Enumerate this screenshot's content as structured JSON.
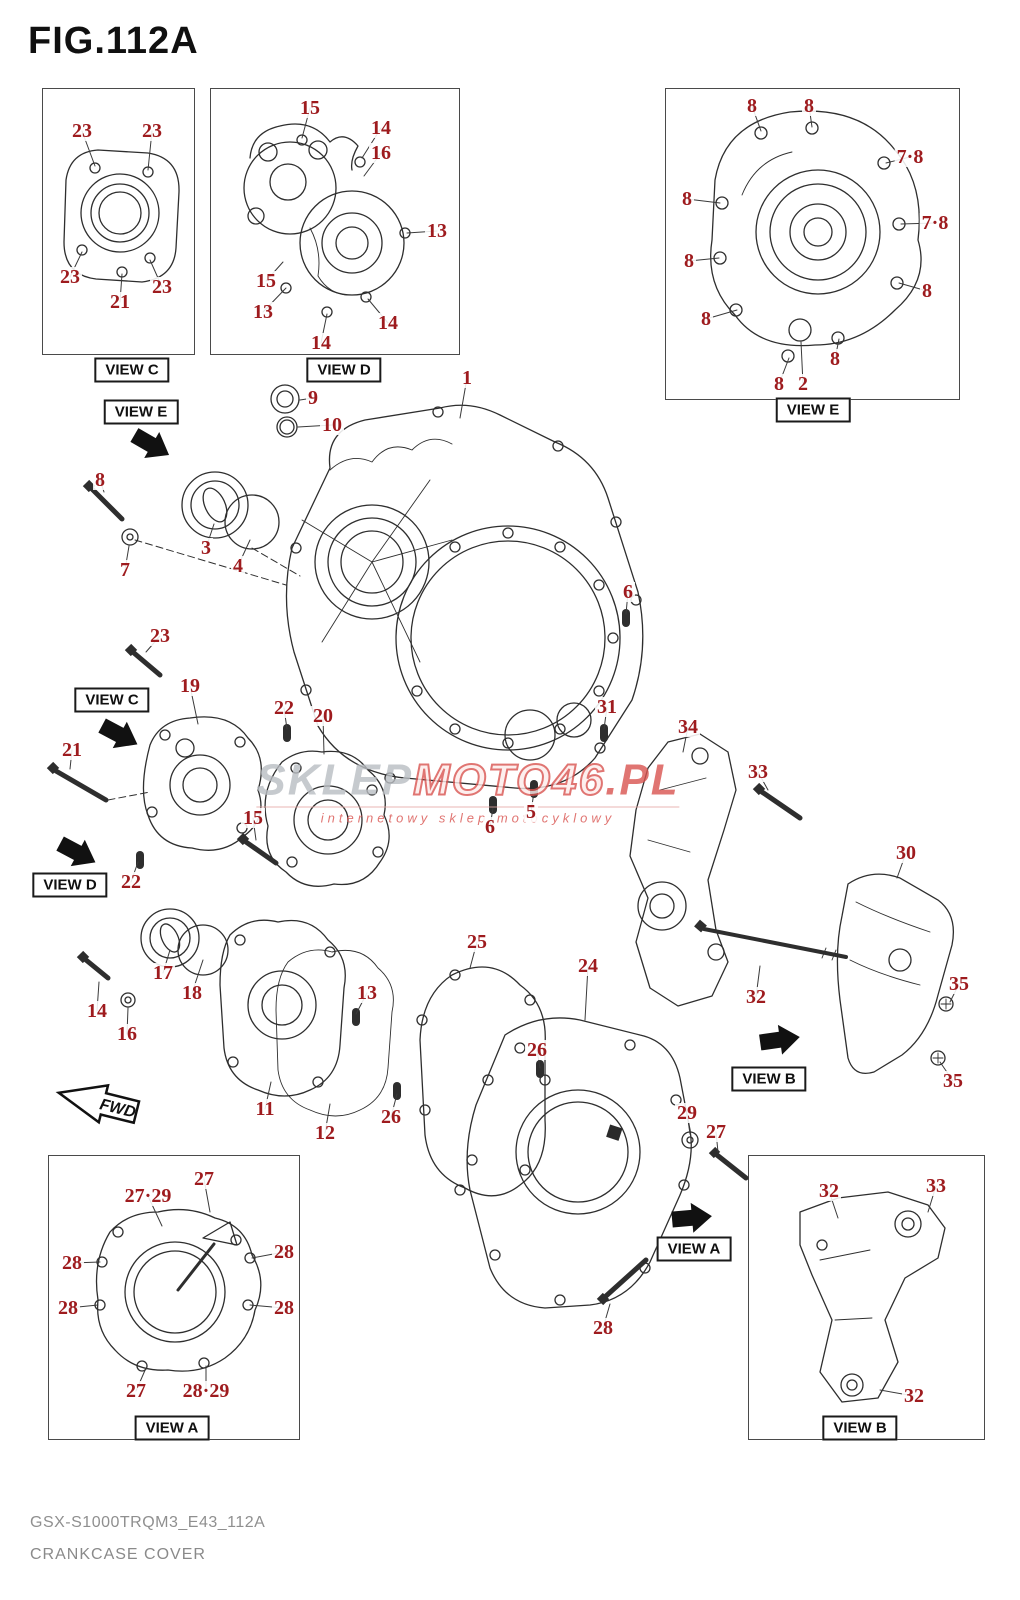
{
  "figure_header": "FIG.112A",
  "footer": {
    "model_code": "GSX-S1000TRQM3_E43_112A",
    "figure_name": "CRANKCASE COVER"
  },
  "watermark": {
    "part1": "SKLEP",
    "part2": "MOTO46",
    "part3": ".PL",
    "sub": "internetowy sklep motocyklowy"
  },
  "fwd_label": "FWD",
  "colors": {
    "label_red": "#9e1b1e",
    "line": "#2e2e2e",
    "watermark_red": "#d9534f",
    "watermark_gray": "#b9bdc2"
  },
  "view_tags": [
    [
      "VIEW C",
      132,
      370
    ],
    [
      "VIEW D",
      344,
      370
    ],
    [
      "VIEW E",
      813,
      410
    ],
    [
      "VIEW A",
      172,
      1428
    ],
    [
      "VIEW B",
      860,
      1428
    ],
    [
      "VIEW E",
      141,
      412
    ],
    [
      "VIEW C",
      112,
      700
    ],
    [
      "VIEW D",
      70,
      885
    ],
    [
      "VIEW B",
      769,
      1079
    ],
    [
      "VIEW A",
      694,
      1249
    ]
  ],
  "arrows": [
    [
      150,
      444,
      30
    ],
    [
      118,
      734,
      28
    ],
    [
      76,
      852,
      28
    ],
    [
      778,
      1040,
      -8
    ],
    [
      690,
      1218,
      -5
    ]
  ],
  "part_labels": [
    [
      "23",
      82,
      131,
      95,
      166
    ],
    [
      "23",
      152,
      131,
      148,
      170
    ],
    [
      "23",
      70,
      277,
      82,
      252
    ],
    [
      "23",
      162,
      287,
      150,
      260
    ],
    [
      "21",
      120,
      302,
      122,
      274
    ],
    [
      "15",
      310,
      108,
      302,
      138
    ],
    [
      "14",
      381,
      128,
      362,
      158
    ],
    [
      "16",
      381,
      153,
      364,
      176
    ],
    [
      "13",
      437,
      231,
      407,
      233
    ],
    [
      "15",
      266,
      281,
      283,
      262
    ],
    [
      "13",
      263,
      312,
      286,
      288
    ],
    [
      "14",
      388,
      323,
      368,
      299
    ],
    [
      "14",
      321,
      343,
      327,
      314
    ],
    [
      "8",
      752,
      106,
      761,
      131
    ],
    [
      "8",
      809,
      106,
      812,
      127
    ],
    [
      "7·8",
      910,
      157,
      886,
      163
    ],
    [
      "8",
      687,
      199,
      720,
      203
    ],
    [
      "7·8",
      935,
      223,
      901,
      224
    ],
    [
      "8",
      689,
      261,
      719,
      258
    ],
    [
      "8",
      927,
      291,
      899,
      283
    ],
    [
      "8",
      706,
      319,
      737,
      310
    ],
    [
      "8",
      835,
      359,
      839,
      339
    ],
    [
      "8",
      779,
      384,
      789,
      358
    ],
    [
      "2",
      803,
      384,
      801,
      342
    ],
    [
      "1",
      467,
      378,
      460,
      418
    ],
    [
      "9",
      313,
      398,
      300,
      400
    ],
    [
      "10",
      332,
      425,
      298,
      427
    ],
    [
      "8",
      100,
      480,
      104,
      492
    ],
    [
      "7",
      125,
      570,
      129,
      546
    ],
    [
      "3",
      206,
      548,
      214,
      524
    ],
    [
      "4",
      238,
      566,
      250,
      540
    ],
    [
      "6",
      628,
      592,
      626,
      614
    ],
    [
      "23",
      160,
      636,
      146,
      652
    ],
    [
      "19",
      190,
      686,
      198,
      724
    ],
    [
      "22",
      284,
      708,
      287,
      729
    ],
    [
      "20",
      323,
      716,
      324,
      754
    ],
    [
      "21",
      72,
      750,
      70,
      769
    ],
    [
      "31",
      607,
      707,
      604,
      729
    ],
    [
      "34",
      688,
      727,
      683,
      752
    ],
    [
      "33",
      758,
      772,
      768,
      790
    ],
    [
      "15",
      253,
      818,
      256,
      840
    ],
    [
      "5",
      531,
      812,
      534,
      792
    ],
    [
      "6",
      490,
      827,
      493,
      808
    ],
    [
      "22",
      131,
      882,
      138,
      862
    ],
    [
      "30",
      906,
      853,
      897,
      878
    ],
    [
      "17",
      163,
      973,
      170,
      950
    ],
    [
      "18",
      192,
      993,
      203,
      960
    ],
    [
      "32",
      756,
      997,
      760,
      966
    ],
    [
      "35",
      959,
      984,
      950,
      1002
    ],
    [
      "35",
      953,
      1081,
      940,
      1062
    ],
    [
      "14",
      97,
      1011,
      99,
      982
    ],
    [
      "16",
      127,
      1034,
      128,
      1008
    ],
    [
      "13",
      367,
      993,
      356,
      1014
    ],
    [
      "25",
      477,
      942,
      470,
      968
    ],
    [
      "24",
      588,
      966,
      585,
      1020
    ],
    [
      "26",
      537,
      1050,
      540,
      1068
    ],
    [
      "26",
      391,
      1117,
      397,
      1094
    ],
    [
      "11",
      265,
      1109,
      271,
      1082
    ],
    [
      "12",
      325,
      1133,
      330,
      1104
    ],
    [
      "29",
      687,
      1113,
      690,
      1134
    ],
    [
      "27",
      716,
      1132,
      718,
      1152
    ],
    [
      "28",
      603,
      1328,
      610,
      1304
    ],
    [
      "27·29",
      148,
      1196,
      162,
      1226
    ],
    [
      "27",
      204,
      1179,
      210,
      1212
    ],
    [
      "28",
      72,
      1263,
      100,
      1262
    ],
    [
      "28",
      284,
      1252,
      252,
      1258
    ],
    [
      "28",
      68,
      1308,
      98,
      1305
    ],
    [
      "28",
      284,
      1308,
      250,
      1305
    ],
    [
      "27",
      136,
      1391,
      146,
      1368
    ],
    [
      "28·29",
      206,
      1391,
      206,
      1366
    ],
    [
      "32",
      829,
      1191,
      838,
      1218
    ],
    [
      "33",
      936,
      1186,
      928,
      1212
    ],
    [
      "32",
      914,
      1396,
      880,
      1390
    ]
  ]
}
